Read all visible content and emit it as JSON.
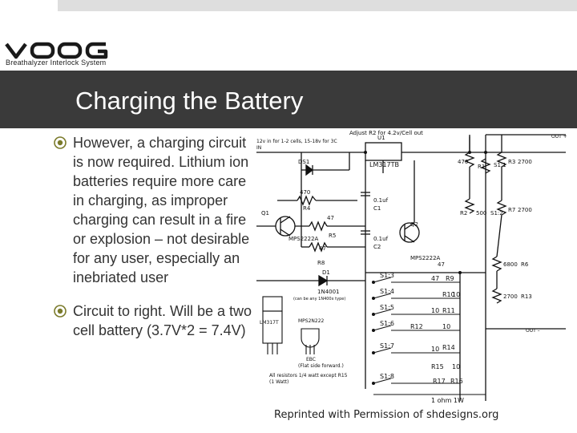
{
  "header": {
    "logo_text": "VOOG",
    "logo_tagline": "Breathalyzer Interlock System"
  },
  "slide": {
    "title": "Charging the Battery",
    "bullets": [
      "However, a charging circuit is now required. Lithium ion batteries require more care in charging, as improper charging can result in a fire or explosion – not desirable for any user, especially an inebriated user",
      "Circuit to right. Will be a two cell battery (3.7V*2 = 7.4V)"
    ]
  },
  "schematic": {
    "top_note": "Adjust R2 for 4.2v/Cell out",
    "in_note": "12v in for 1-2 cells, 15-18v for 3C",
    "in_label": "IN",
    "out_plus": "OUT +",
    "out_minus": "OUT –",
    "u1": "U1",
    "u1_part": "LM317TB",
    "ds1": "DS1",
    "q1": "Q1",
    "q1_part": "MPS2222A",
    "q2": "Q2",
    "q2_part": "MPS2222A",
    "r4": "R4",
    "r4_val": "470",
    "r5": "R5",
    "r5_val": "47",
    "r8": "R8",
    "r8_val": "47",
    "d1": "D1",
    "d1_part": "1N4001",
    "d1_note": "(can be any 1N400x type)",
    "c1": "C1",
    "c1_val": "0.1uf",
    "c2": "C2",
    "c2_val": "0.1uf",
    "r1": "R1",
    "r1_val": "470",
    "r2": "R2",
    "r2_val": "500",
    "r3": "R3",
    "r3_val": "2700",
    "r7": "R7",
    "r7_val": "2700",
    "r6": "R6",
    "r6_val": "6800",
    "r13": "R13",
    "r13_val": "2700",
    "s11": "S1:1",
    "s12": "S1:2",
    "switches": [
      {
        "sw": "S1:3",
        "r": "R9",
        "v": "47"
      },
      {
        "sw": "S1:4",
        "r": "R10",
        "v": "10"
      },
      {
        "sw": "S1:5",
        "r": "R11",
        "v": "10"
      },
      {
        "sw": "S1:6",
        "r": "R12",
        "v": "10"
      },
      {
        "sw": "S1:7",
        "r": "R14",
        "v": "10"
      },
      {
        "sw": "S1:8",
        "r": "R15",
        "v": "10"
      }
    ],
    "r9_top": "47",
    "r16": "R16",
    "r17": "R17",
    "r16_val": "1 ohm 1W",
    "pkg_lm": "LM317T",
    "pkg_mps": "MPS2N222",
    "ebc": "EBC",
    "flat": "(Flat side forward.)",
    "resistor_note": "All resistors 1/4 watt except R15",
    "resistor_note2": "(1 Watt)"
  },
  "caption": "Reprinted with Permission of shdesigns.org"
}
